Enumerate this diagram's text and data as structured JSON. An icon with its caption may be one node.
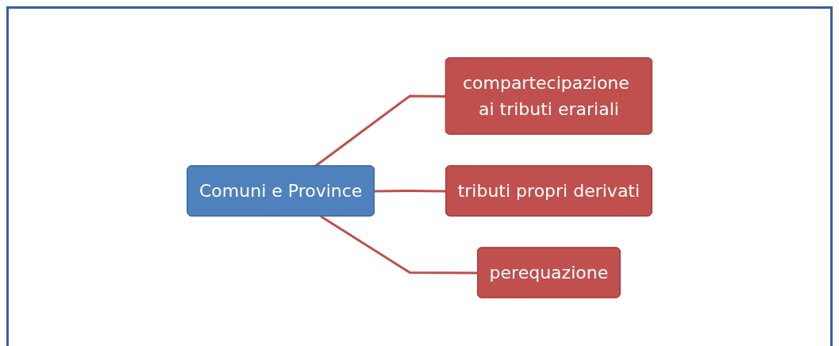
{
  "diagram": {
    "nodes": [
      {
        "text": [
          "Comuni e Province"
        ]
      },
      {
        "text": [
          "compartecipazione ai tributi erariali"
        ]
      },
      {
        "text": [
          "tributi propri derivati"
        ]
      },
      {
        "text": [
          "perequazione"
        ]
      }
    ],
    "edges": [
      {
        "from": 0,
        "to": 1,
        "arrow": "none"
      },
      {
        "from": 0,
        "to": 2,
        "arrow": "none"
      },
      {
        "from": 0,
        "to": 3,
        "arrow": "none"
      }
    ]
  }
}
